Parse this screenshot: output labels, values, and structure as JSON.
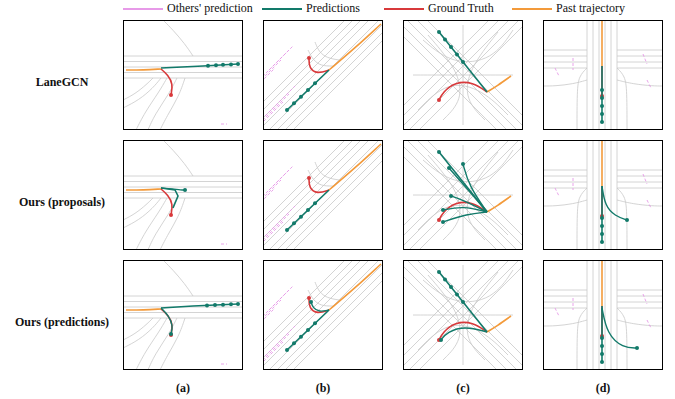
{
  "diagram": {
    "labels": [
      "LaneGCN",
      "Ours (proposals)",
      "Ours (predictions)",
      "(a)",
      "(b)",
      "(c)",
      "(d)"
    ],
    "legend": [
      {
        "text": "Others' prediction"
      },
      {
        "text": "Predictions"
      },
      {
        "text": "Ground Truth"
      },
      {
        "text": "Past trajectory"
      }
    ]
  }
}
